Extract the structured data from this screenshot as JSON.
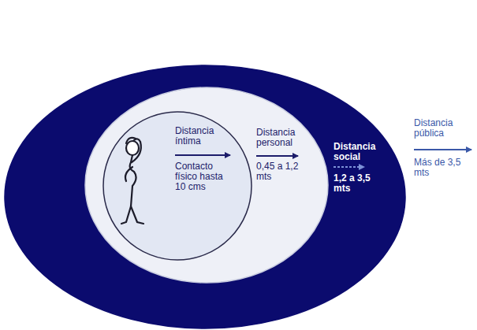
{
  "diagram": {
    "nodes": [
      {
        "text": [
          "Distancia social",
          "1,2 a 3,5 mts"
        ]
      },
      {
        "text": [
          "Distancia personal",
          "0,45 a 1,2 mts"
        ],
        "in": 0
      },
      {
        "text": [
          "Distancia íntima",
          "Contacto físico hasta 10 cms"
        ],
        "in": 1
      }
    ],
    "labels": [
      "Distancia pública",
      "Más de 3,5 mts"
    ]
  }
}
